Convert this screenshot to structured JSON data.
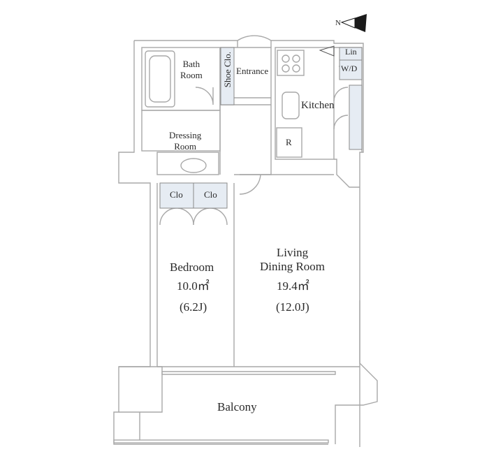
{
  "plan": {
    "rooms": {
      "bath": "Bath\nRoom",
      "shoe_closet": "Shoe Clo.",
      "entrance": "Entrance",
      "kitchen": "Kitchen",
      "linen": "Lin",
      "washer_dryer": "W/D",
      "dressing": "Dressing\nRoom",
      "refrigerator": "R",
      "closet_1": "Clo",
      "closet_2": "Clo",
      "bedroom": {
        "name": "Bedroom",
        "area": "10.0㎡",
        "jou": "(6.2J)"
      },
      "living": {
        "name": "Living\nDining Room",
        "area": "19.4㎡",
        "jou": "(12.0J)"
      },
      "balcony": "Balcony"
    },
    "compass_label": "N",
    "colors": {
      "wall": "#b9b9b9",
      "storage_fill": "#e6ecf3",
      "line": "#9a9a9a"
    }
  }
}
